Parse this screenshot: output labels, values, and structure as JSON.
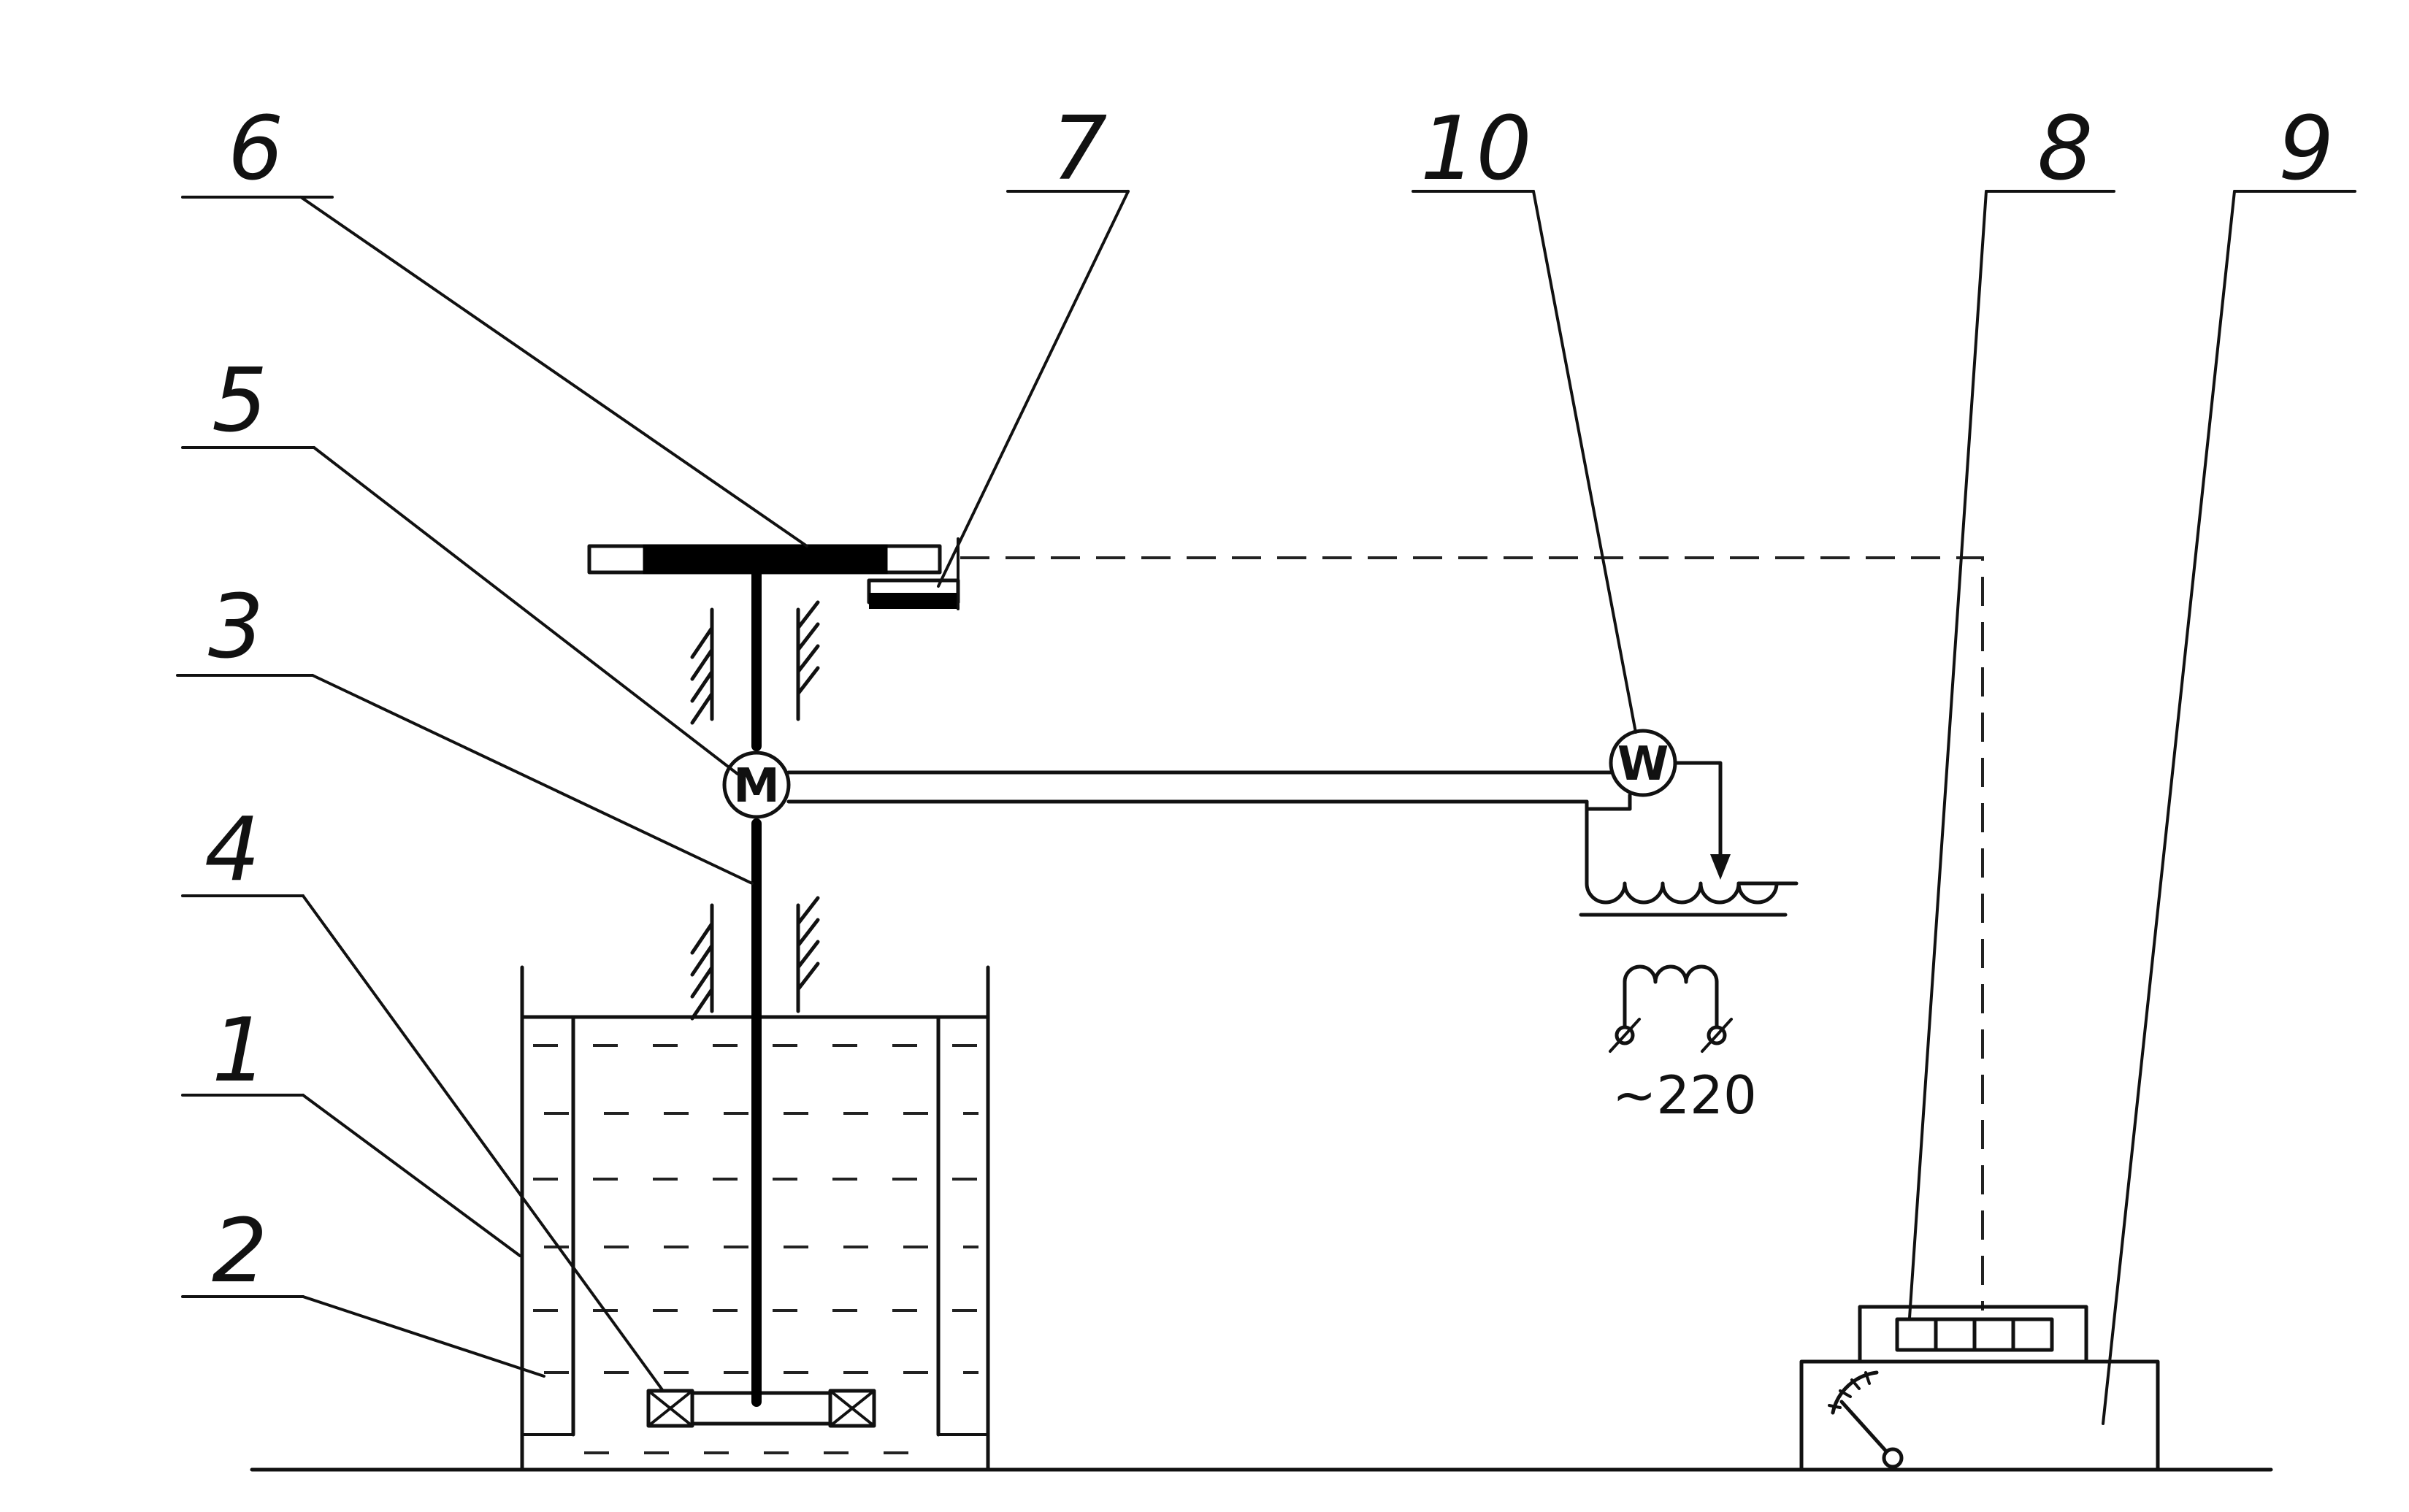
{
  "callouts": [
    "1",
    "2",
    "3",
    "4",
    "5",
    "6",
    "7",
    "8",
    "9",
    "10"
  ],
  "motor_symbol": "M",
  "wattmeter_symbol": "W",
  "supply_label": "~220"
}
